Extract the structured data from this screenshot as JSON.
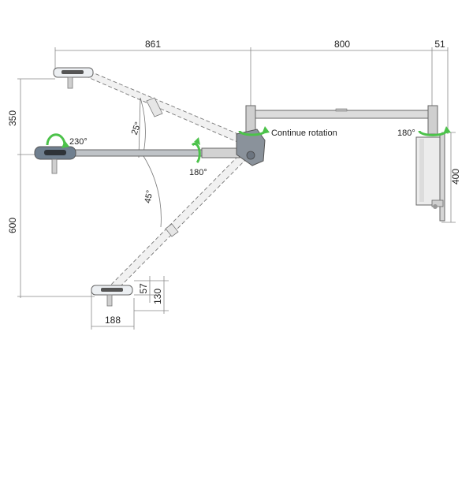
{
  "dimensions": {
    "arm_width": "861",
    "ext_width": "800",
    "mount_offset": "51",
    "upper_height": "350",
    "lower_height": "600",
    "mount_height": "400",
    "head_width": "188",
    "head_depth": "130",
    "head_neck": "57"
  },
  "angles": {
    "upper": "25°",
    "lower": "45°"
  },
  "rotations": {
    "head_tilt": "230°",
    "arm_rotate": "180°",
    "wall_rotate": "180°",
    "joint": "Continue rotation"
  },
  "colors": {
    "line": "#666666",
    "arm_fill": "#dcdcdc",
    "arm_ghost": "#f1f1f1",
    "joint": "#8a929b",
    "head": "#6f7f8f",
    "arrow": "#4cc24a"
  }
}
